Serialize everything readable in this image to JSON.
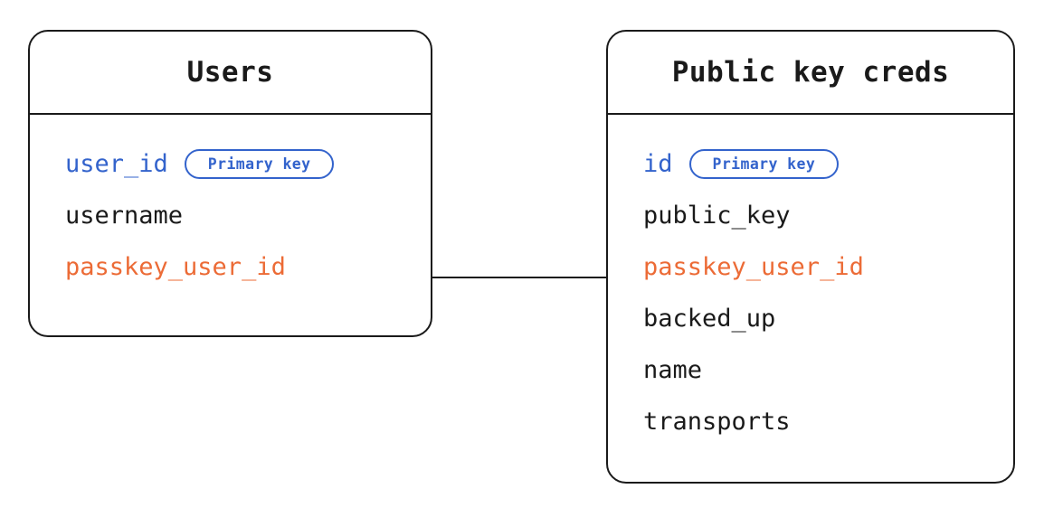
{
  "diagram": {
    "type": "entity-relationship-diagram",
    "background_color": "#ffffff",
    "colors": {
      "text": "#1a1a1a",
      "primary_key": "#3363cc",
      "foreign_key": "#ec6b36",
      "border": "#1a1a1a",
      "badge_border": "#3363cc"
    },
    "entities": [
      {
        "id": "users",
        "title": "Users",
        "fields": [
          {
            "name": "user_id",
            "role": "pk",
            "badge": "Primary key"
          },
          {
            "name": "username",
            "role": "norm",
            "badge": null
          },
          {
            "name": "passkey_user_id",
            "role": "fk",
            "badge": null
          }
        ]
      },
      {
        "id": "public-key-creds",
        "title": "Public key creds",
        "fields": [
          {
            "name": "id",
            "role": "pk",
            "badge": "Primary key"
          },
          {
            "name": "public_key",
            "role": "norm",
            "badge": null
          },
          {
            "name": "passkey_user_id",
            "role": "fk",
            "badge": null
          },
          {
            "name": "backed_up",
            "role": "norm",
            "badge": null
          },
          {
            "name": "name",
            "role": "norm",
            "badge": null
          },
          {
            "name": "transports",
            "role": "norm",
            "badge": null
          }
        ]
      }
    ],
    "relationships": [
      {
        "id": "users-to-creds",
        "from_entity": "users",
        "from_field": "passkey_user_id",
        "to_entity": "public-key-creds",
        "to_field": "passkey_user_id"
      }
    ]
  }
}
